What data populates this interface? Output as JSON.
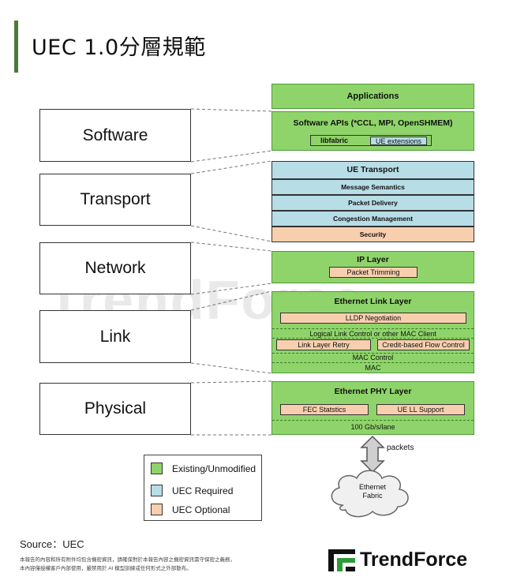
{
  "title": "UEC 1.0分層規範",
  "watermark": "TrendForce",
  "left_layers": [
    "Software",
    "Transport",
    "Network",
    "Link",
    "Physical"
  ],
  "applications": "Applications",
  "software_apis": "Software APIs (*CCL, MPI, OpenSHMEM)",
  "libfabric": "libfabric",
  "ue_extensions": "UE extensions",
  "ue_transport": "UE Transport",
  "message_semantics": "Message Semantics",
  "packet_delivery": "Packet Delivery",
  "congestion_management": "Congestion Management",
  "security": "Security",
  "ip_layer": "IP Layer",
  "packet_trimming": "Packet Trimming",
  "ethernet_link_layer": "Ethernet Link Layer",
  "lldp": "LLDP Negotiation",
  "llc": "Logical Link Control or other MAC Client",
  "link_layer_retry": "Link Layer Retry",
  "credit_flow": "Credit-based Flow Control",
  "mac_control": "MAC Control",
  "mac": "MAC",
  "ethernet_phy": "Ethernet PHY Layer",
  "fec": "FEC Statstics",
  "ue_ll": "UE LL Support",
  "lane": "100 Gb/s/lane",
  "packets": "packets",
  "fabric": "Ethernet\nFabric",
  "legend": {
    "existing": "Existing/Unmodified",
    "required": "UEC Required",
    "optional": "UEC Optional",
    "colors": {
      "existing": "#8fd46a",
      "required": "#b7dde6",
      "optional": "#f8cfae"
    }
  },
  "source": "Source：UEC",
  "disclaimer_1": "本報告的內容和所有附件均包含機密資訊，請確保對於本報告內容之機密資訊需守保密之義務，",
  "disclaimer_2": "本內容僅授權客戶內部使用，嚴禁用於 AI 模型訓練或任何形式之外部散布。",
  "logo": "TrendForce"
}
